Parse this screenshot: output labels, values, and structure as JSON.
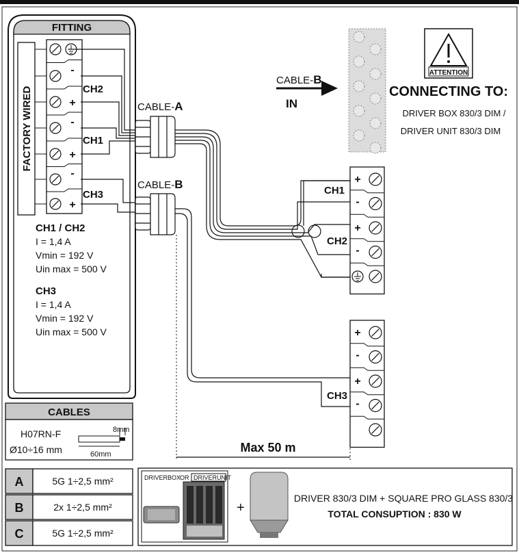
{
  "fitting": {
    "title": "FITTING",
    "factory_wired": "FACTORY WIRED",
    "terminals": [
      "⏚",
      "-",
      "+",
      "-",
      "+",
      "-",
      "+"
    ],
    "ch_labels": {
      "ch2": "CH2",
      "ch1": "CH1",
      "ch3": "CH3"
    },
    "specs": {
      "group1": {
        "title": "CH1 / CH2",
        "current": "I = 1,4 A",
        "vmin": "Vmin = 192 V",
        "uin": "Uin max = 500 V"
      },
      "group2": {
        "title": "CH3",
        "current": "I = 1,4 A",
        "vmin": "Vmin = 192 V",
        "uin": "Uin max = 500 V"
      }
    }
  },
  "cable_a": {
    "prefix": "CABLE-",
    "letter": "A"
  },
  "cable_b": {
    "prefix": "CABLE-",
    "letter": "B"
  },
  "cable_b_in": {
    "prefix": "CABLE-",
    "letter": "B",
    "in": "IN"
  },
  "attention": {
    "badge": "ATTENTION",
    "connecting": "CONNECTING TO:",
    "line1": "DRIVER BOX 830/3 DIM  /",
    "line2": "DRIVER UNIT 830/3 DIM"
  },
  "right_block_1": {
    "terminals": [
      "+",
      "-",
      "+",
      "-",
      "⏚"
    ],
    "ch1": "CH1",
    "ch2": "CH2"
  },
  "right_block_2": {
    "terminals": [
      "+",
      "-",
      "+",
      "-",
      ""
    ],
    "ch3": "CH3"
  },
  "max_distance": "Max 50 m",
  "cables": {
    "title": "CABLES",
    "type": "H07RN-F",
    "diameter": "Ø10÷16 mm",
    "strip_short": "8mm",
    "strip_long": "60mm",
    "rows": [
      {
        "letter": "A",
        "spec": "5G 1÷2,5 mm²"
      },
      {
        "letter": "B",
        "spec": "2x 1÷2,5 mm²"
      },
      {
        "letter": "C",
        "spec": "5G 1÷2,5 mm²"
      }
    ]
  },
  "bottom": {
    "driverbox": "DRIVERBOX",
    "or": "OR",
    "driverunit": "DRIVERUNIT",
    "plus": "+",
    "line1": "DRIVER 830/3 DIM + SQUARE PRO GLASS 830/3",
    "line2": "TOTAL CONSUPTION : 830 W"
  }
}
